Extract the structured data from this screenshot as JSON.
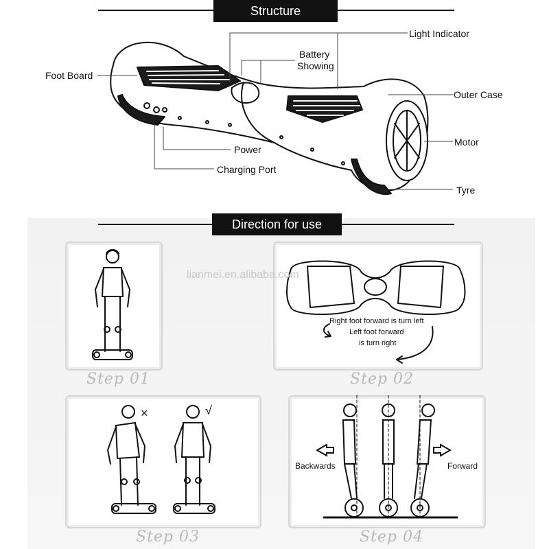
{
  "sections": {
    "structure": "Structure",
    "direction": "Direction for use"
  },
  "parts": {
    "light_indicator": "Light Indicator",
    "battery_line1": "Battery",
    "battery_line2": "Showing",
    "foot_board": "Foot Board",
    "outer_case": "Outer Case",
    "motor": "Motor",
    "power": "Power",
    "charging_port": "Charging Port",
    "tyre": "Tyre"
  },
  "steps": {
    "step1": "Step 01",
    "step2": "Step 02",
    "step3": "Step 03",
    "step4": "Step 04"
  },
  "step2_text": {
    "line1": "Right foot forward is turn left",
    "line2": "Left foot forward",
    "line3": "is turn right"
  },
  "step3_marks": {
    "wrong": "×",
    "right": "√"
  },
  "step4_text": {
    "backwards": "Backwards",
    "forward": "Forward"
  },
  "watermark": "lianmei.en.alibaba.com",
  "icons": [
    "hoverboard-illustration",
    "rider-figure-icon",
    "arrow-left-icon",
    "arrow-right-icon",
    "curved-arrow-icon"
  ]
}
